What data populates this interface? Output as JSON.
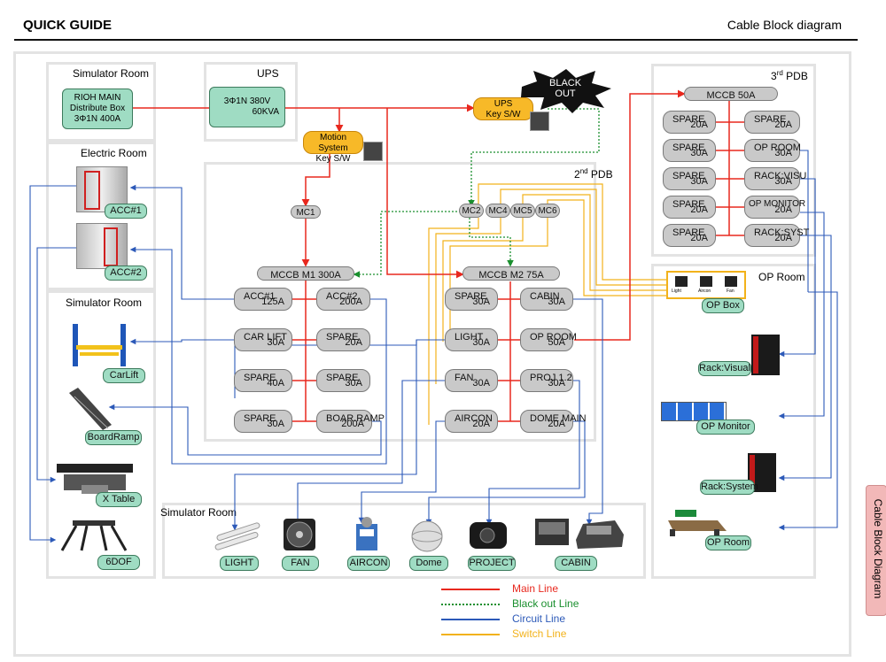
{
  "header": {
    "left": "QUICK GUIDE",
    "right": "Cable Block diagram"
  },
  "side_tab": "Cable Block Diagram",
  "sections": {
    "sim_room_top": "Simulator Room",
    "ups": "UPS",
    "electric_room": "Electric Room",
    "sim_room_left": "Simulator Room",
    "sim_room_bottom": "Simulator Room",
    "pdb2_a": "2",
    "pdb2_sup": "nd",
    "pdb2_b": " PDB",
    "pdb3_a": "3",
    "pdb3_sup": "rd",
    "pdb3_b": " PDB",
    "op_room": "OP Room"
  },
  "boxes": {
    "rioh": [
      "RIOH MAIN",
      "Distribute Box",
      "3Φ1N 400A"
    ],
    "ups": [
      "3Φ1N 380V",
      "60KVA"
    ],
    "ups_key": [
      "UPS",
      "Key S/W"
    ],
    "motion_key": [
      "Motion System",
      "Key S/W"
    ],
    "black_out": [
      "BLACK",
      "OUT"
    ]
  },
  "mc": {
    "mc1": "MC1",
    "mc2": "MC2",
    "mc4": "MC4",
    "mc5": "MC5",
    "mc6": "MC6"
  },
  "mccb": {
    "m1": "MCCB M1 300A",
    "m2": "MCCB M2 75A",
    "pdb3": "MCCB 50A"
  },
  "m1_breakers": [
    [
      "ACC#1",
      "125A"
    ],
    [
      "ACC#2",
      "200A"
    ],
    [
      "CAR LIFT",
      "30A"
    ],
    [
      "SPARE",
      "20A"
    ],
    [
      "SPARE",
      "40A"
    ],
    [
      "SPARE",
      "30A"
    ],
    [
      "SPARE",
      "30A"
    ],
    [
      "BOAR.RAMP",
      "200A"
    ]
  ],
  "m2_breakers": [
    [
      "SPARE",
      "30A"
    ],
    [
      "CABIN",
      "30A"
    ],
    [
      "LIGHT",
      "30A"
    ],
    [
      "OP ROOM",
      "50A"
    ],
    [
      "FAN",
      "30A"
    ],
    [
      "PROJ 1.2",
      "30A"
    ],
    [
      "AIRCON",
      "20A"
    ],
    [
      "DOME MAIN",
      "20A"
    ]
  ],
  "pdb3_breakers": [
    [
      "SPARE",
      "20A"
    ],
    [
      "SPARE",
      "20A"
    ],
    [
      "SPARE",
      "30A"
    ],
    [
      "OP ROOM",
      "30A"
    ],
    [
      "SPARE",
      "30A"
    ],
    [
      "RACK:VISU",
      "30A"
    ],
    [
      "SPARE",
      "20A"
    ],
    [
      "OP MONITOR",
      "20A"
    ],
    [
      "SPARE",
      "20A"
    ],
    [
      "RACK:SYST",
      "20A"
    ]
  ],
  "op_box_labels": [
    "Light",
    "Aircon",
    "Fan"
  ],
  "tags": {
    "acc1": "ACC#1",
    "acc2": "ACC#2",
    "carlift": "CarLift",
    "boardramp": "BoardRamp",
    "xtable": "X Table",
    "dof": "6DOF",
    "light": "LIGHT",
    "fan": "FAN",
    "aircon": "AIRCON",
    "dome": "Dome",
    "project": "PROJECT",
    "cabin": "CABIN",
    "opbox": "OP Box",
    "rackvisual": "Rack:Visual",
    "opmonitor": "OP Monitor",
    "racksystem": "Rack:System",
    "oproom": "OP Room"
  },
  "legend": [
    {
      "label": "Main Line",
      "color": "#e8281e"
    },
    {
      "label": "Black out Line",
      "color": "#1a8f2e"
    },
    {
      "label": "Circuit Line",
      "color": "#2c59b8"
    },
    {
      "label": "Switch Line",
      "color": "#f2b21b"
    }
  ]
}
